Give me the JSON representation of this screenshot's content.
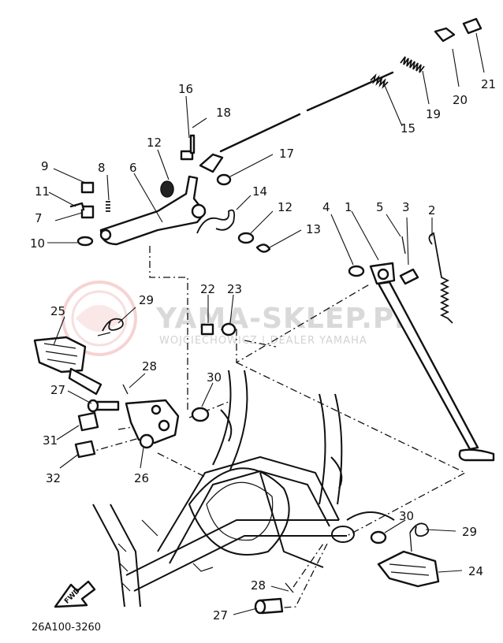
{
  "watermark": {
    "brand": "YAMA-SKLEP.PL",
    "subtitle": "WOJCIECHOWICZ | DEALER YAMAHA"
  },
  "diagram_code": "26A100-3260",
  "fwd_label": "FWD",
  "callouts": [
    {
      "id": "1",
      "text": "1"
    },
    {
      "id": "2",
      "text": "2"
    },
    {
      "id": "3",
      "text": "3"
    },
    {
      "id": "4",
      "text": "4"
    },
    {
      "id": "5",
      "text": "5"
    },
    {
      "id": "6",
      "text": "6"
    },
    {
      "id": "7",
      "text": "7"
    },
    {
      "id": "8",
      "text": "8"
    },
    {
      "id": "9",
      "text": "9"
    },
    {
      "id": "10",
      "text": "10"
    },
    {
      "id": "11",
      "text": "11"
    },
    {
      "id": "12a",
      "text": "12"
    },
    {
      "id": "12b",
      "text": "12"
    },
    {
      "id": "13",
      "text": "13"
    },
    {
      "id": "14",
      "text": "14"
    },
    {
      "id": "15",
      "text": "15"
    },
    {
      "id": "16",
      "text": "16"
    },
    {
      "id": "17",
      "text": "17"
    },
    {
      "id": "18",
      "text": "18"
    },
    {
      "id": "19",
      "text": "19"
    },
    {
      "id": "20",
      "text": "20"
    },
    {
      "id": "21",
      "text": "21"
    },
    {
      "id": "22",
      "text": "22"
    },
    {
      "id": "23",
      "text": "23"
    },
    {
      "id": "24",
      "text": "24"
    },
    {
      "id": "25",
      "text": "25"
    },
    {
      "id": "26",
      "text": "26"
    },
    {
      "id": "27a",
      "text": "27"
    },
    {
      "id": "27b",
      "text": "27"
    },
    {
      "id": "28a",
      "text": "28"
    },
    {
      "id": "28b",
      "text": "28"
    },
    {
      "id": "29a",
      "text": "29"
    },
    {
      "id": "29b",
      "text": "29"
    },
    {
      "id": "30a",
      "text": "30"
    },
    {
      "id": "30b",
      "text": "30"
    },
    {
      "id": "31",
      "text": "31"
    },
    {
      "id": "32",
      "text": "32"
    }
  ]
}
